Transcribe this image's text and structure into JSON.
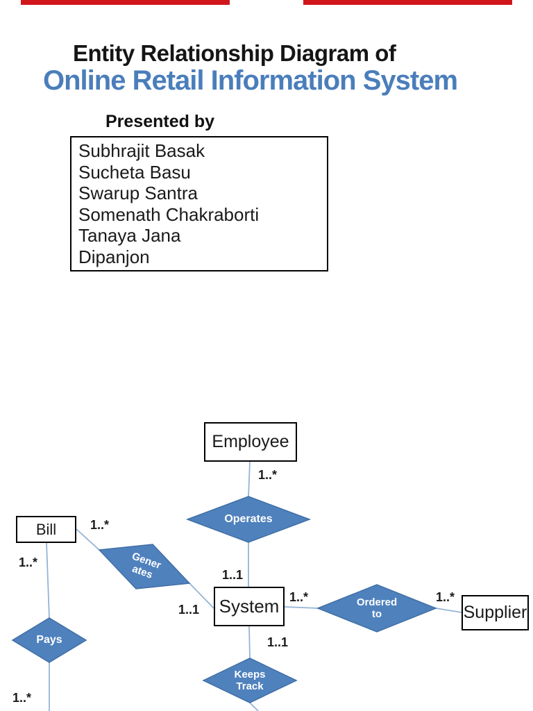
{
  "page": {
    "title_line1": "Entity Relationship Diagram of",
    "title_line2": "Online Retail Information System",
    "title_accent_color": "#4a7ebb",
    "presented_by_label": "Presented by",
    "presenters": [
      "Subhrajit Basak",
      "Sucheta Basu",
      "Swarup Santra",
      "Somenath Chakraborti",
      "Tanaya Jana",
      "Dipanjon"
    ]
  },
  "diagram": {
    "entities": [
      {
        "label": "Employee"
      },
      {
        "label": "Bill"
      },
      {
        "label": "System"
      },
      {
        "label": "Supplier"
      }
    ],
    "relationships": [
      {
        "name": "operates",
        "line1": "Operates",
        "line2": ""
      },
      {
        "name": "generates",
        "line1": "Gener",
        "line2": "ates"
      },
      {
        "name": "pays",
        "line1": "Pays",
        "line2": ""
      },
      {
        "name": "ordered-to",
        "line1": "Ordered",
        "line2": "to"
      },
      {
        "name": "keeps-track",
        "line1": "Keeps",
        "line2": "Track"
      }
    ],
    "cardinalities": [
      "1..*",
      "1..*",
      "1..*",
      "1..1",
      "1..1",
      "1..*",
      "1..*",
      "1..1",
      "1..*"
    ],
    "colors": {
      "diamond_fill": "#4f81bd",
      "diamond_border": "#406fa5",
      "connector": "#95b3d7",
      "entity_border": "#000000"
    }
  },
  "decor": {
    "top_bar_color": "#d0161c"
  }
}
